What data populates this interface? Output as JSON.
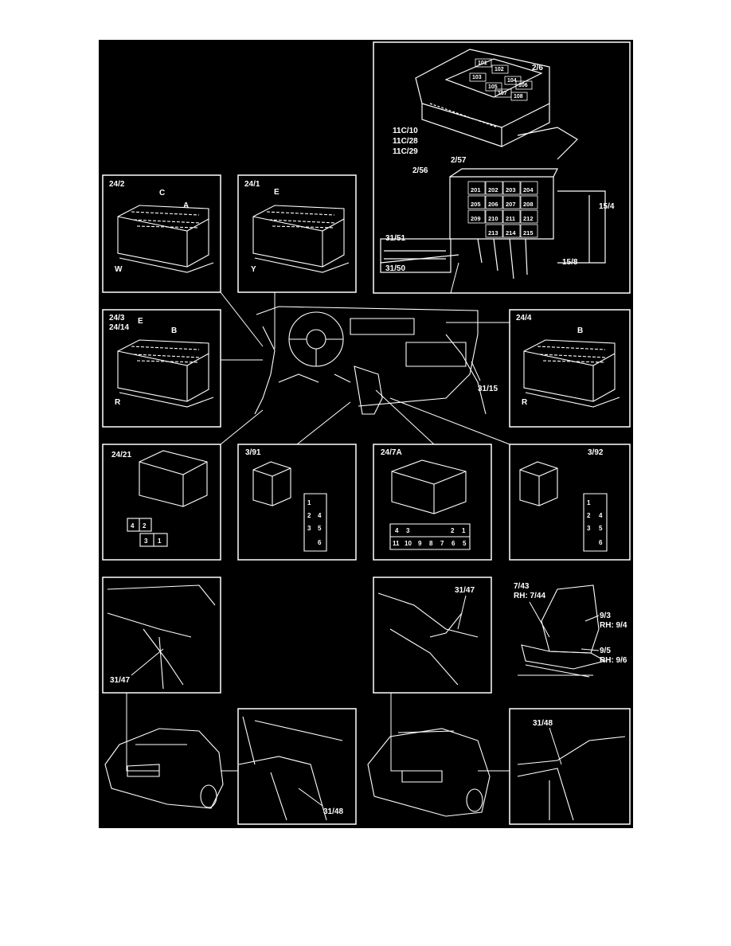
{
  "fuse_box": {
    "ecu_labels": [
      "2/6",
      "11C/10",
      "11C/28",
      "11C/29"
    ],
    "ecu_relay_numbers": [
      "101",
      "102",
      "103",
      "104",
      "105",
      "106",
      "107",
      "108"
    ],
    "lower_labels": [
      "2/57",
      "2/56"
    ],
    "lower_relay_numbers": [
      "201",
      "202",
      "203",
      "204",
      "205",
      "206",
      "207",
      "208",
      "209",
      "210",
      "211",
      "212",
      "213",
      "214",
      "215"
    ],
    "side_labels": [
      "15/4",
      "15/8"
    ],
    "connector_labels": [
      "31/51",
      "31/50"
    ]
  },
  "relay_panels": {
    "p24_2": {
      "title": "24/2",
      "letters": [
        "C",
        "A",
        "W"
      ]
    },
    "p24_1": {
      "title": "24/1",
      "letters": [
        "E",
        "Y"
      ]
    },
    "p24_3": {
      "title": "24/3",
      "title2": "24/14",
      "letters": [
        "E",
        "B",
        "R"
      ]
    },
    "p24_4": {
      "title": "24/4",
      "letters": [
        "B",
        "R"
      ]
    }
  },
  "dash_label": "31/15",
  "connector_panels": {
    "p24_21": {
      "title": "24/21",
      "pins": [
        "4",
        "2",
        "3",
        "1"
      ]
    },
    "p3_91": {
      "title": "3/91",
      "pins": [
        "1",
        "2",
        "3",
        "4",
        "5",
        "6"
      ]
    },
    "p24_7a": {
      "title": "24/7A",
      "pins_top": [
        "4",
        "3",
        "2",
        "1"
      ],
      "pins_bottom": [
        "11",
        "10",
        "9",
        "8",
        "7",
        "6",
        "5"
      ]
    },
    "p3_92": {
      "title": "3/92",
      "pins": [
        "1",
        "2",
        "3",
        "4",
        "5",
        "6"
      ]
    }
  },
  "ground_labels": {
    "left_top": "31/47",
    "right_top": "31/47",
    "left_bottom": "31/48",
    "right_bottom": "31/48"
  },
  "seat": {
    "lines": [
      "7/43",
      "RH: 7/44",
      "9/3",
      "RH: 9/4",
      "9/5",
      "RH: 9/6"
    ]
  }
}
